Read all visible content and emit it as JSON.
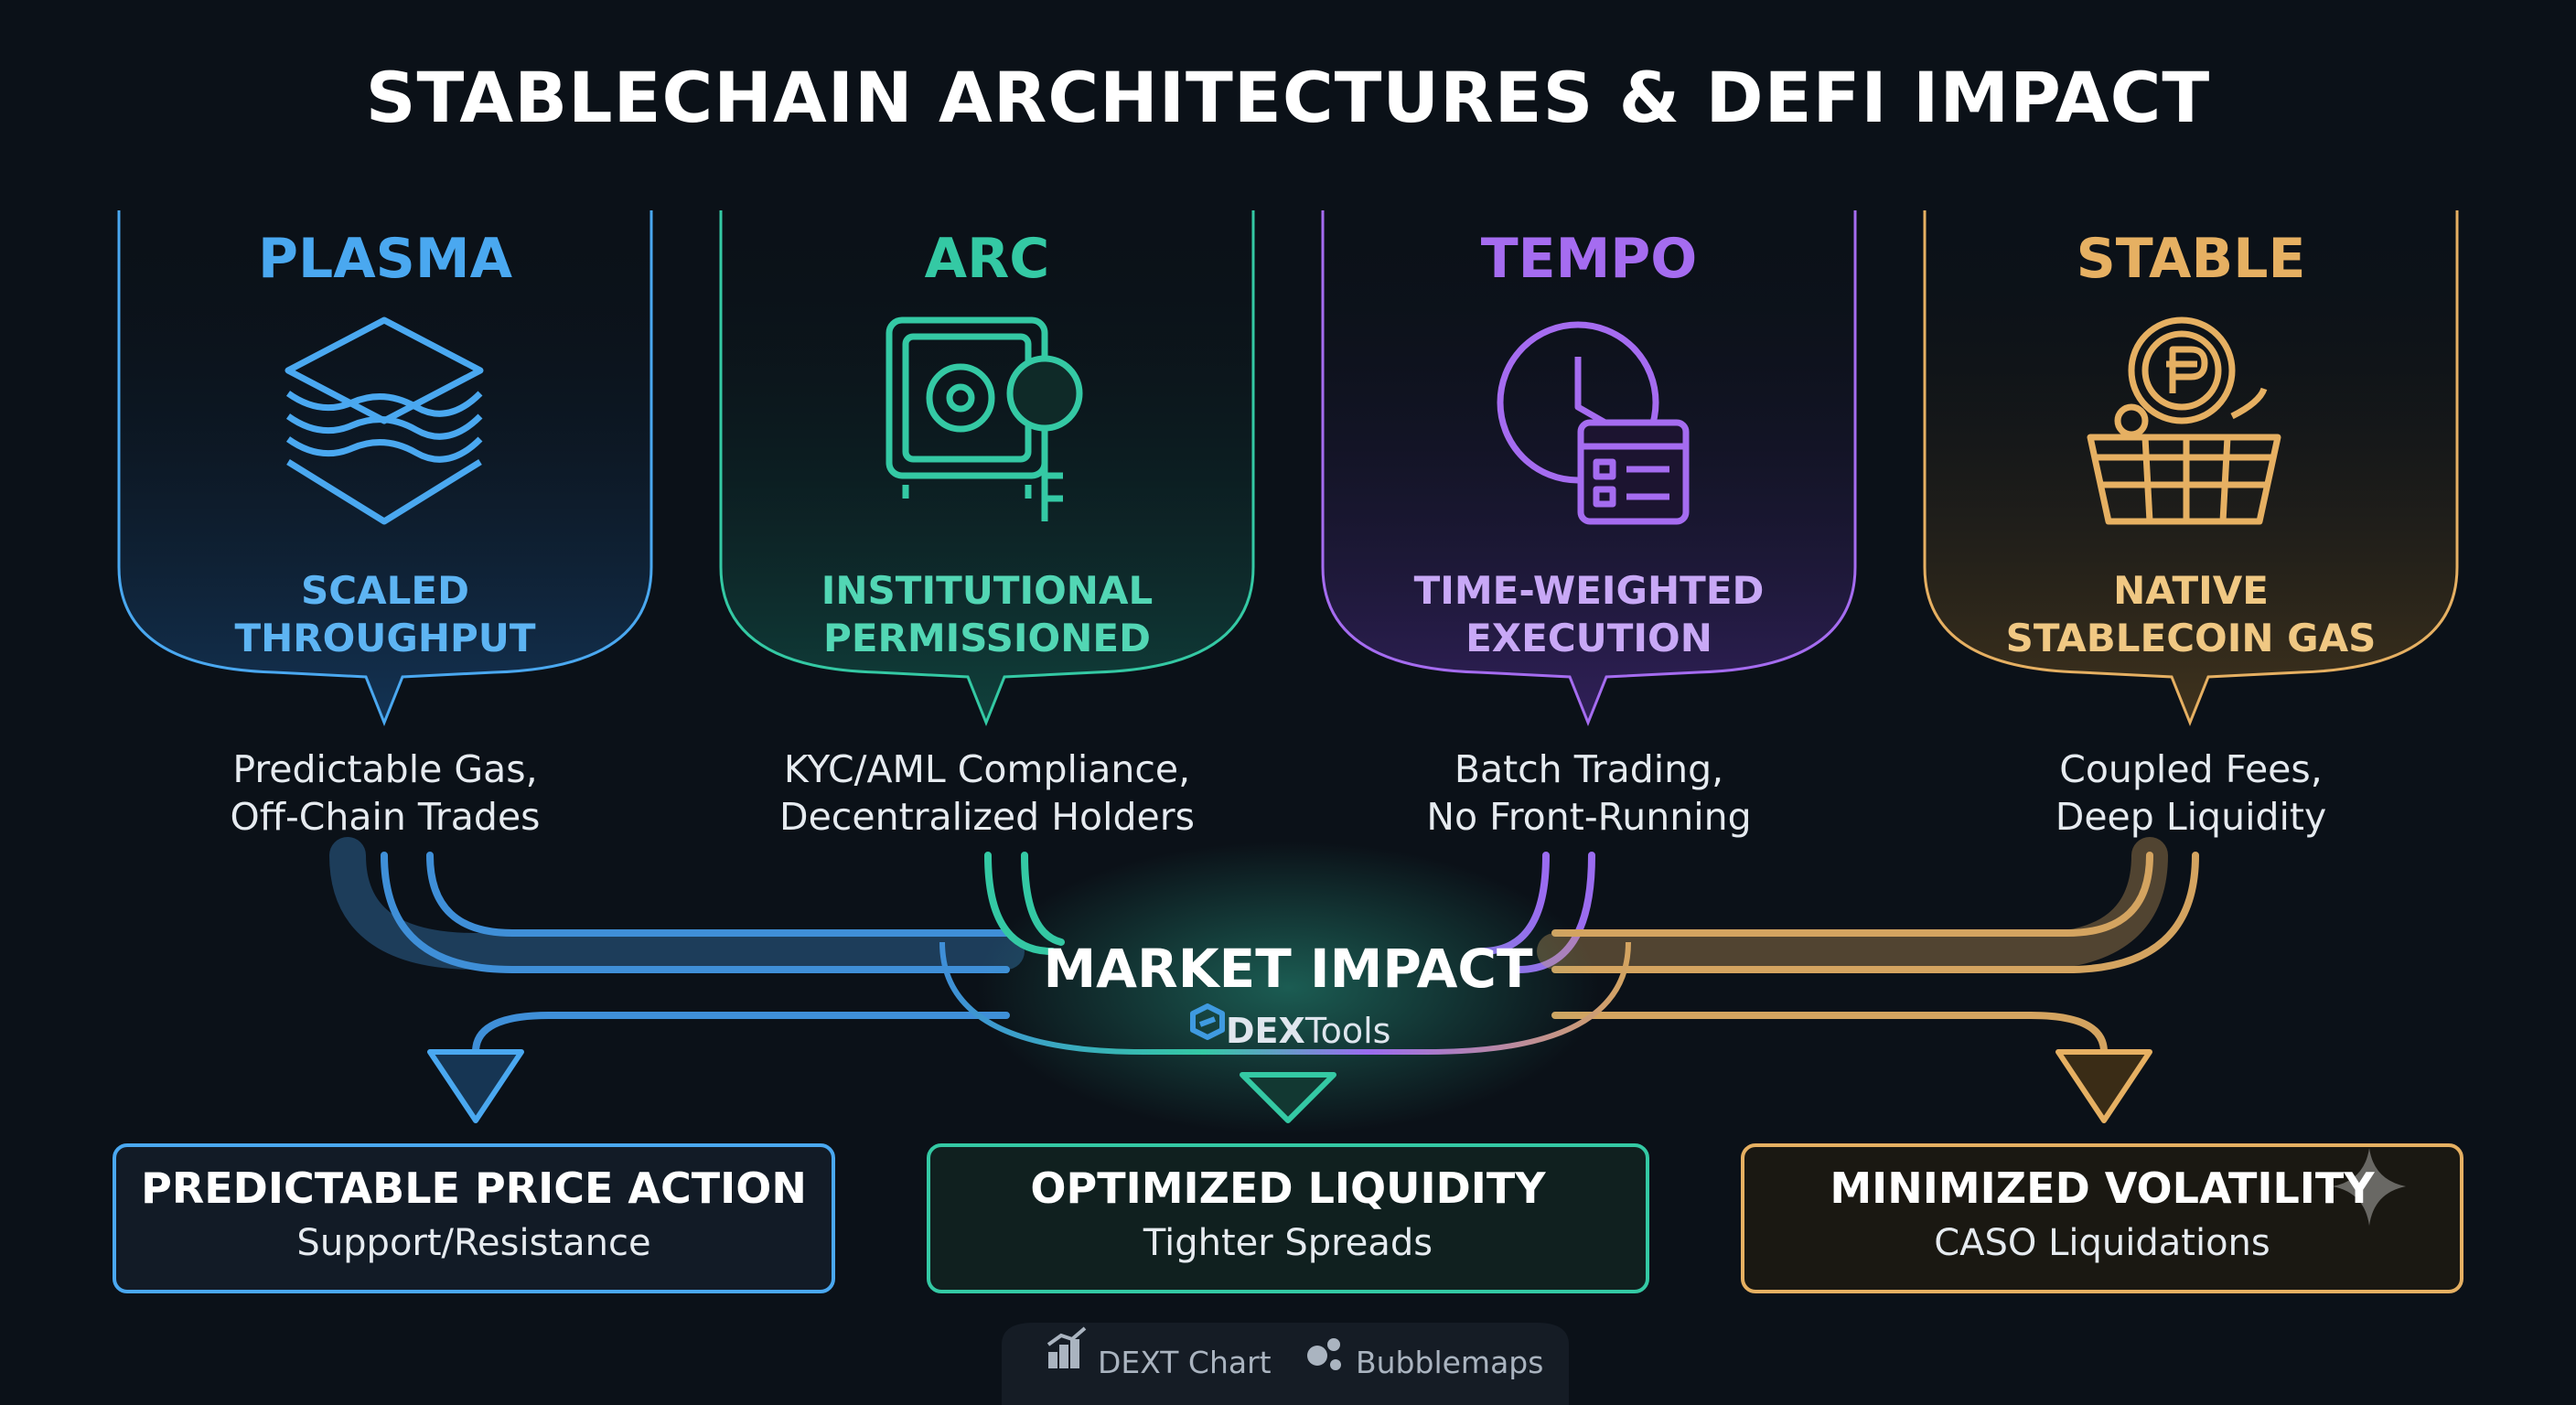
{
  "title": "STABLECHAIN ARCHITECTURES & DEFI IMPACT",
  "columns": [
    {
      "name": "PLASMA",
      "subtitle": [
        "SCALED",
        "THROUGHPUT"
      ],
      "description": [
        "Predictable Gas,",
        "Off-Chain Trades"
      ],
      "color": "#4aa8f0",
      "icon": "layers-icon"
    },
    {
      "name": "ARC",
      "subtitle": [
        "INSTITUTIONAL",
        "PERMISSIONED"
      ],
      "description": [
        "KYC/AML Compliance,",
        "Decentralized Holders"
      ],
      "color": "#34c9a4",
      "icon": "safe-key-icon"
    },
    {
      "name": "TEMPO",
      "subtitle": [
        "TIME-WEIGHTED",
        "EXECUTION"
      ],
      "description": [
        "Batch Trading,",
        "No Front-Running"
      ],
      "color": "#a56cf0",
      "icon": "clock-browser-icon"
    },
    {
      "name": "STABLE",
      "subtitle": [
        "NATIVE",
        "STABLECOIN GAS"
      ],
      "description": [
        "Coupled Fees,",
        "Deep Liquidity"
      ],
      "color": "#e6b062",
      "icon": "coin-basket-icon"
    }
  ],
  "center": {
    "label": "MARKET IMPACT",
    "brand_bold": "DEX",
    "brand_light": "Tools"
  },
  "outcomes": [
    {
      "title": "PREDICTABLE PRICE ACTION",
      "subtitle": "Support/Resistance",
      "color": "#4aa8f0"
    },
    {
      "title": "OPTIMIZED LIQUIDITY",
      "subtitle": "Tighter Spreads",
      "color": "#34c9a4"
    },
    {
      "title": "MINIMIZED VOLATILITY",
      "subtitle": "CASO Liquidations",
      "color": "#e6b062"
    }
  ],
  "footer": {
    "chart_label": "DEXT Chart",
    "bubble_label": "Bubblemaps"
  }
}
